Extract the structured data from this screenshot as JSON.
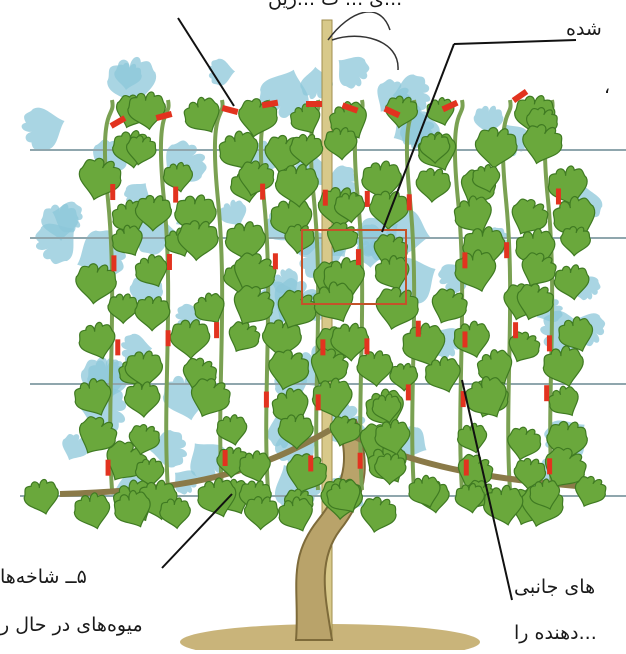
{
  "labels": {
    "top_left": "...ی ... ت ...زین",
    "top_right": "شده",
    "right_mid": "،",
    "bottom_left_line1": "۵ــ شاخه‌ها",
    "bottom_left_line2": "میوه‌های در حال ر",
    "bottom_right_line1": "های جانبی",
    "bottom_right_line2": "...دهنده را"
  },
  "colors": {
    "wire": "#8fa6ad",
    "cut_mark": "#e2331f",
    "highlight_box": "#c4522a",
    "leaf": "#6aa83c",
    "leaf_dark": "#3f7a22",
    "leaf_shadow": "#8cc7d9",
    "trunk": "#b9a36a",
    "ground": "#c9b47a"
  }
}
